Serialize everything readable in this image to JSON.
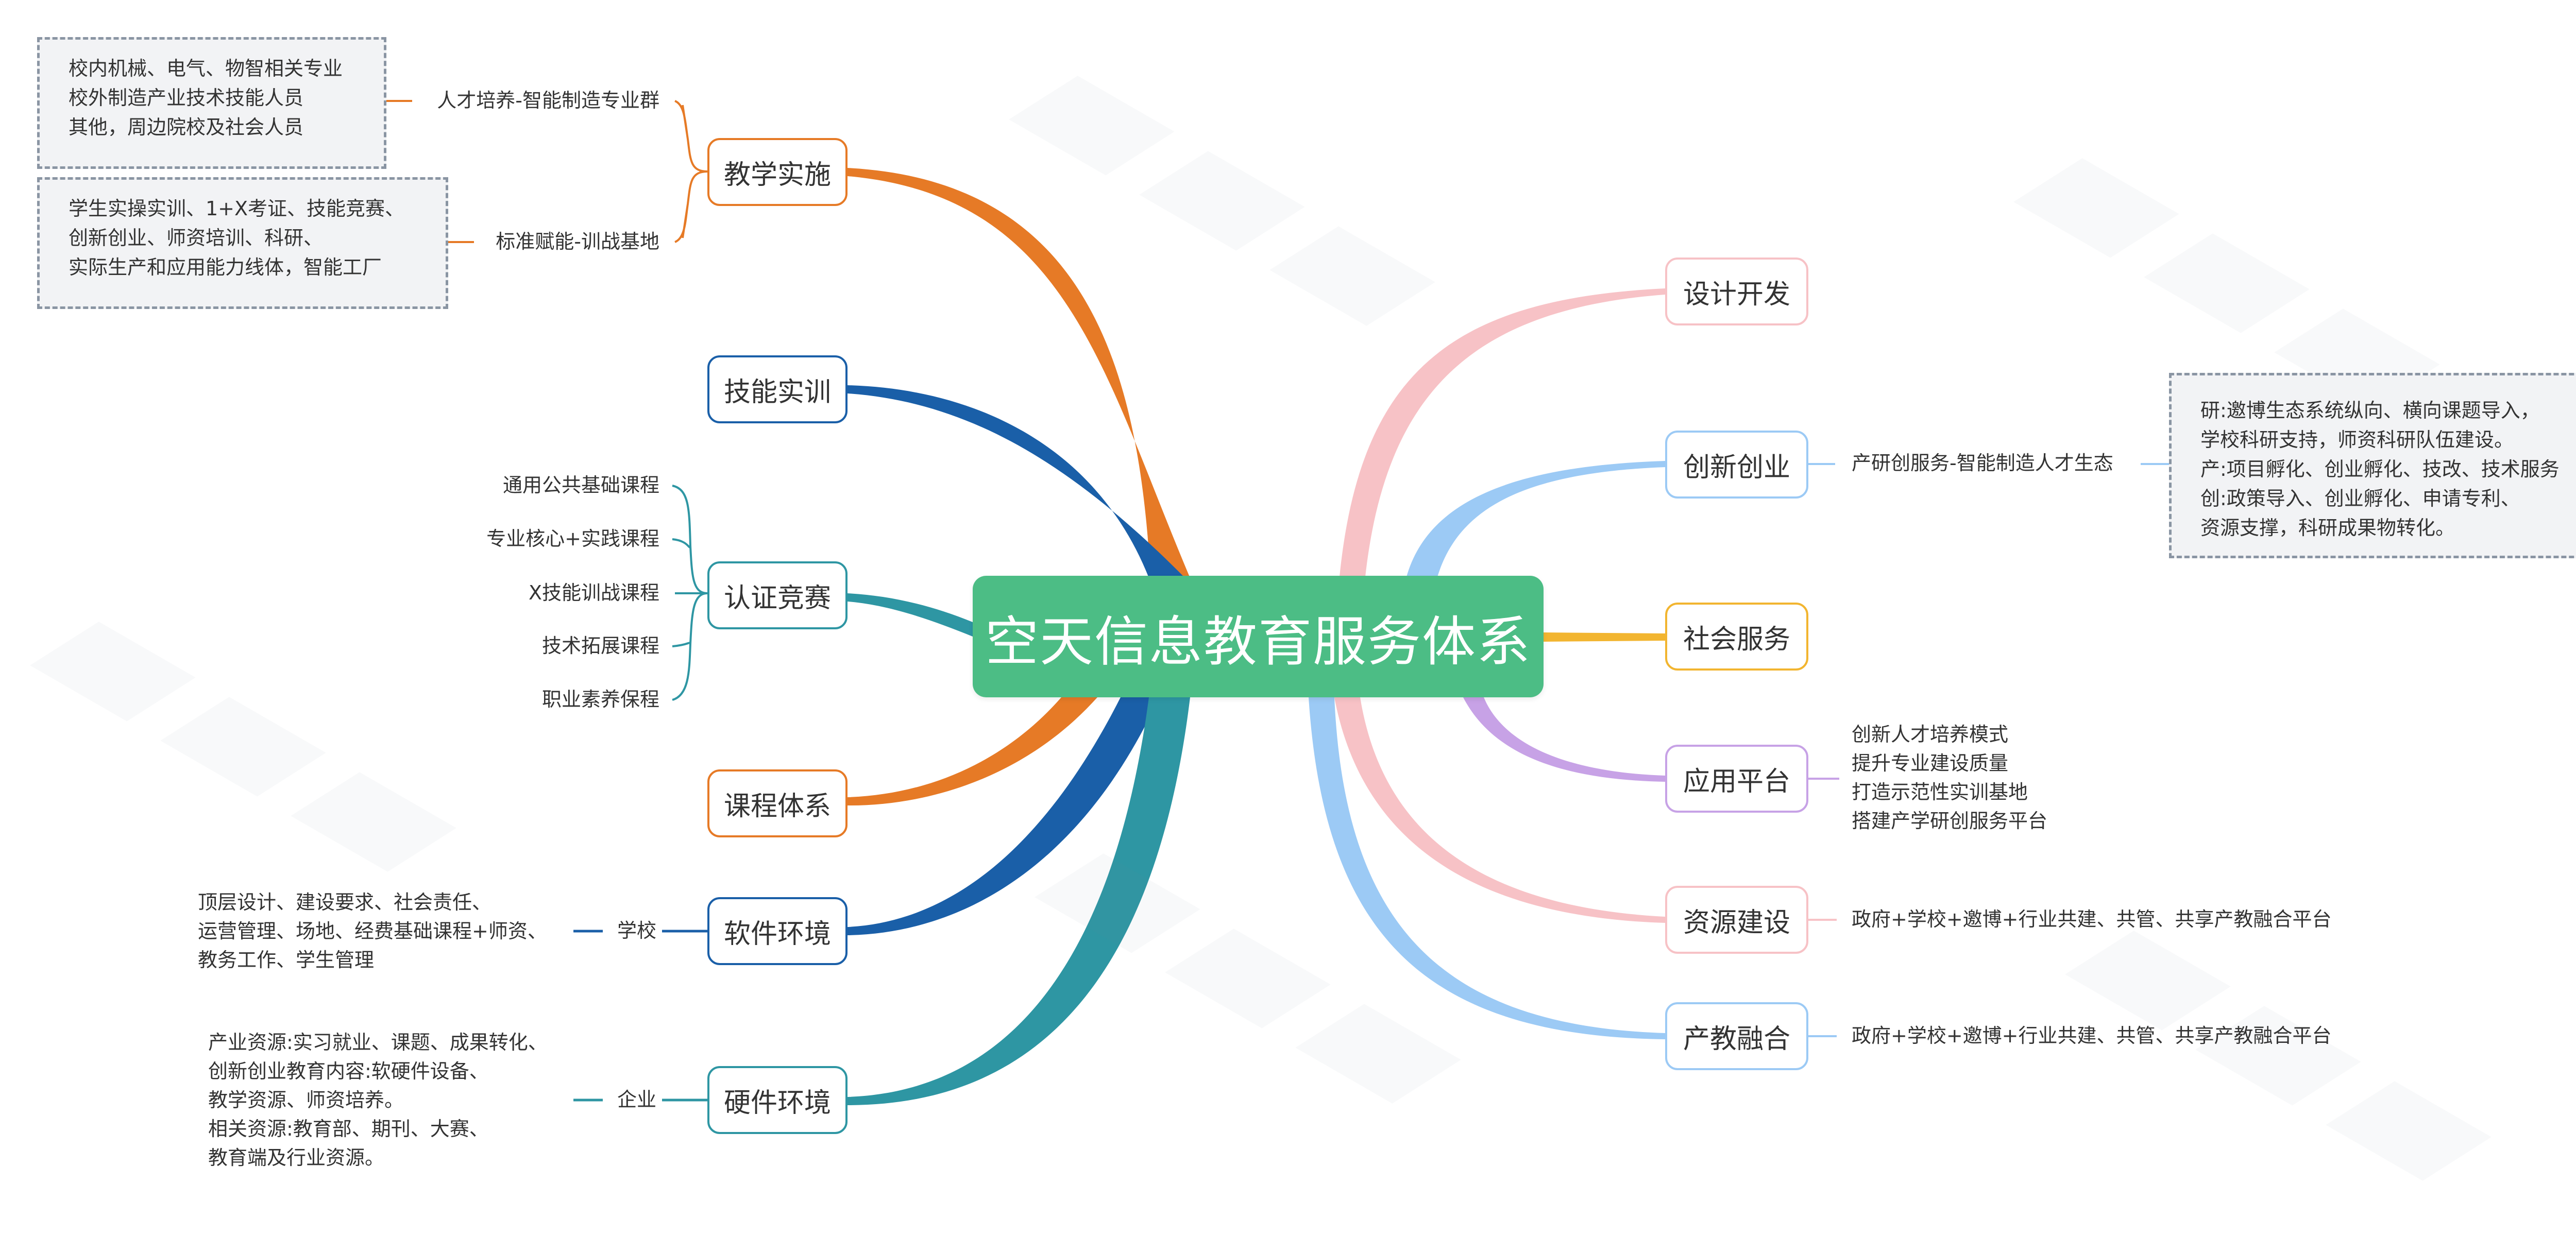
{
  "center": "空天信息教育服务体系",
  "left_topics": [
    {
      "label": "教学实施",
      "color": "#e67a26"
    },
    {
      "label": "技能实训",
      "color": "#1a5fa8"
    },
    {
      "label": "认证竞赛",
      "color": "#2e96a3"
    },
    {
      "label": "课程体系",
      "color": "#e67a26"
    },
    {
      "label": "软件环境",
      "color": "#1a5fa8"
    },
    {
      "label": "硬件环境",
      "color": "#2e96a3"
    }
  ],
  "right_topics": [
    {
      "label": "设计开发",
      "color": "#f7c2c6"
    },
    {
      "label": "创新创业",
      "color": "#9ccaf5"
    },
    {
      "label": "社会服务",
      "color": "#f2b530"
    },
    {
      "label": "应用平台",
      "color": "#c7a2e6"
    },
    {
      "label": "资源建设",
      "color": "#f7c2c6"
    },
    {
      "label": "产教融合",
      "color": "#9ccaf5"
    }
  ],
  "teaching": {
    "sub1": "人才培养-智能制造专业群",
    "note1": [
      "校内机械、电气、物智相关专业",
      "校外制造产业技术技能人员",
      "其他，周边院校及社会人员"
    ],
    "sub2": "标准赋能-训战基地",
    "note2": [
      "学生实操实训、1+X考证、技能竞赛、",
      "创新创业、师资培训、科研、",
      "实际生产和应用能力线体，智能工厂"
    ]
  },
  "certification": {
    "items": [
      "通用公共基础课程",
      "专业核心+实践课程",
      "X技能训战课程",
      "技术拓展课程",
      "职业素养保程"
    ]
  },
  "software": {
    "sub": "学校",
    "text": [
      "顶层设计、建设要求、社会责任、",
      "运营管理、场地、经费基础课程+师资、",
      "教务工作、学生管理"
    ]
  },
  "hardware": {
    "sub": "企业",
    "text": [
      "产业资源:实习就业、课题、成果转化、",
      "创新创业教育内容:软硬件设备、",
      "教学资源、师资培养。",
      "相关资源:教育部、期刊、大赛、",
      "教育端及行业资源。"
    ]
  },
  "innovation": {
    "sub": "产研创服务-智能制造人才生态",
    "note": [
      "研:邀博生态系统纵向、横向课题导入，",
      "学校科研支持，师资科研队伍建设。",
      "产:项目孵化、创业孵化、技改、技术服务",
      "创:政策导入、创业孵化、申请专利、",
      "资源支撑，科研成果物转化。"
    ]
  },
  "application": {
    "items": [
      "创新人才培养模式",
      "提升专业建设质量",
      "打造示范性实训基地",
      "搭建产学研创服务平台"
    ]
  },
  "resources": {
    "sub": "政府+学校+邀博+行业共建、共管、共享产教融合平台"
  },
  "integration": {
    "sub": "政府+学校+邀博+行业共建、共管、共享产教融合平台"
  }
}
